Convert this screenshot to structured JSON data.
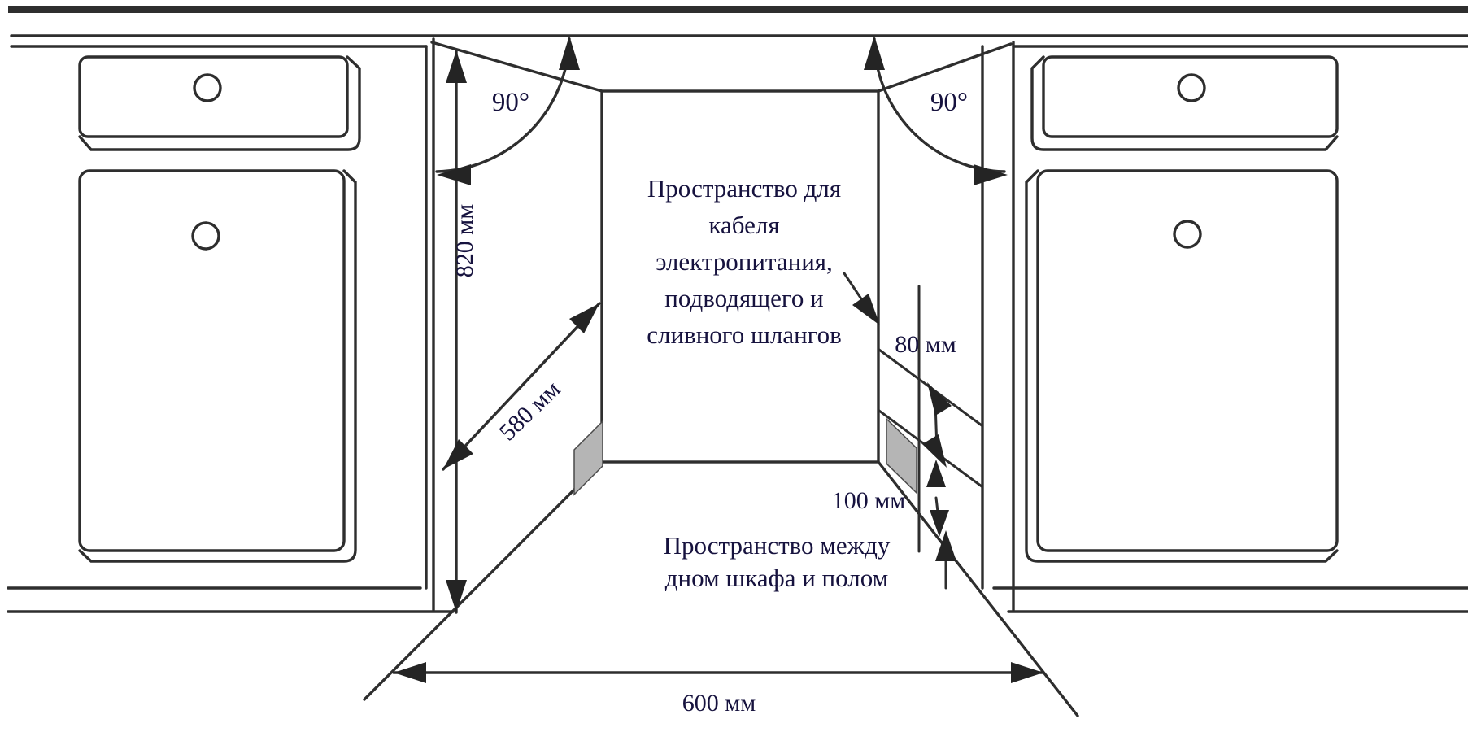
{
  "diagram": {
    "title_semantic": "built-in dishwasher niche installation dimensions",
    "labels": {
      "angle_left": "90°",
      "angle_right": "90°",
      "niche_height": "820 мм",
      "niche_depth": "580 мм",
      "niche_width": "600 мм",
      "hose_gap": "80 мм",
      "floor_gap": "100 мм",
      "hose_note_lines": [
        "Пространство для",
        "кабеля",
        "электропитания,",
        "подводящего и",
        "сливного шлангов"
      ],
      "floor_note_lines": [
        "Пространство между",
        "дном шкафа и полом"
      ]
    },
    "colors": {
      "line": "#2e2e2e",
      "text": "#16123e",
      "spacer_fill": "#b5b5b5",
      "background": "#ffffff"
    }
  }
}
